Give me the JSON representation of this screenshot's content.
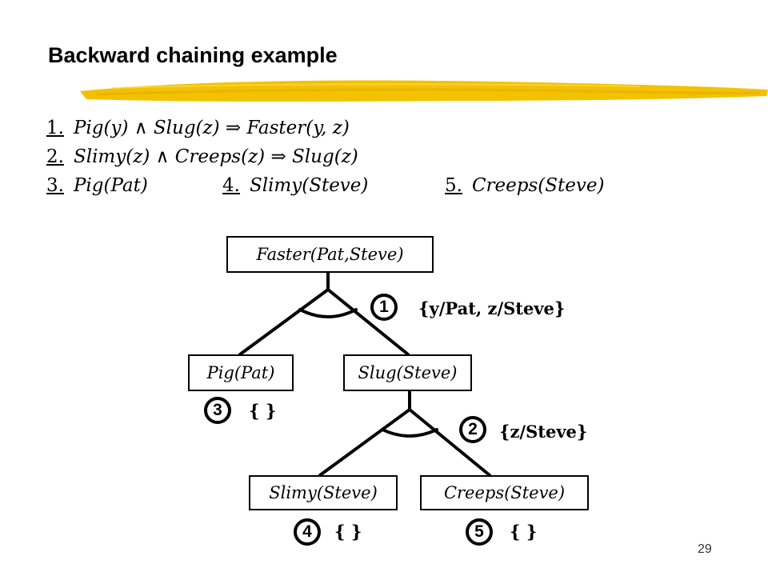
{
  "slide": {
    "title": "Backward chaining example",
    "page_number": "29",
    "accent_color": "#f2c200"
  },
  "rules": [
    {
      "num": "1.",
      "text": "Pig(y) ∧ Slug(z)  ⇒  Faster(y, z)"
    },
    {
      "num": "2.",
      "text": "Slimy(z) ∧ Creeps(z)  ⇒  Slug(z)"
    }
  ],
  "facts": [
    {
      "num": "3.",
      "text": "Pig(Pat)"
    },
    {
      "num": "4.",
      "text": "Slimy(Steve)"
    },
    {
      "num": "5.",
      "text": "Creeps(Steve)"
    }
  ],
  "tree": {
    "nodes": {
      "root": "Faster(Pat,Steve)",
      "pig": "Pig(Pat)",
      "slug": "Slug(Steve)",
      "slimy": "Slimy(Steve)",
      "creeps": "Creeps(Steve)"
    },
    "steps": [
      {
        "num": "1",
        "subst": "{y/Pat, z/Steve}"
      },
      {
        "num": "2",
        "subst": "{z/Steve}"
      },
      {
        "num": "3",
        "subst": "{ }"
      },
      {
        "num": "4",
        "subst": "{ }"
      },
      {
        "num": "5",
        "subst": "{ }"
      }
    ]
  }
}
